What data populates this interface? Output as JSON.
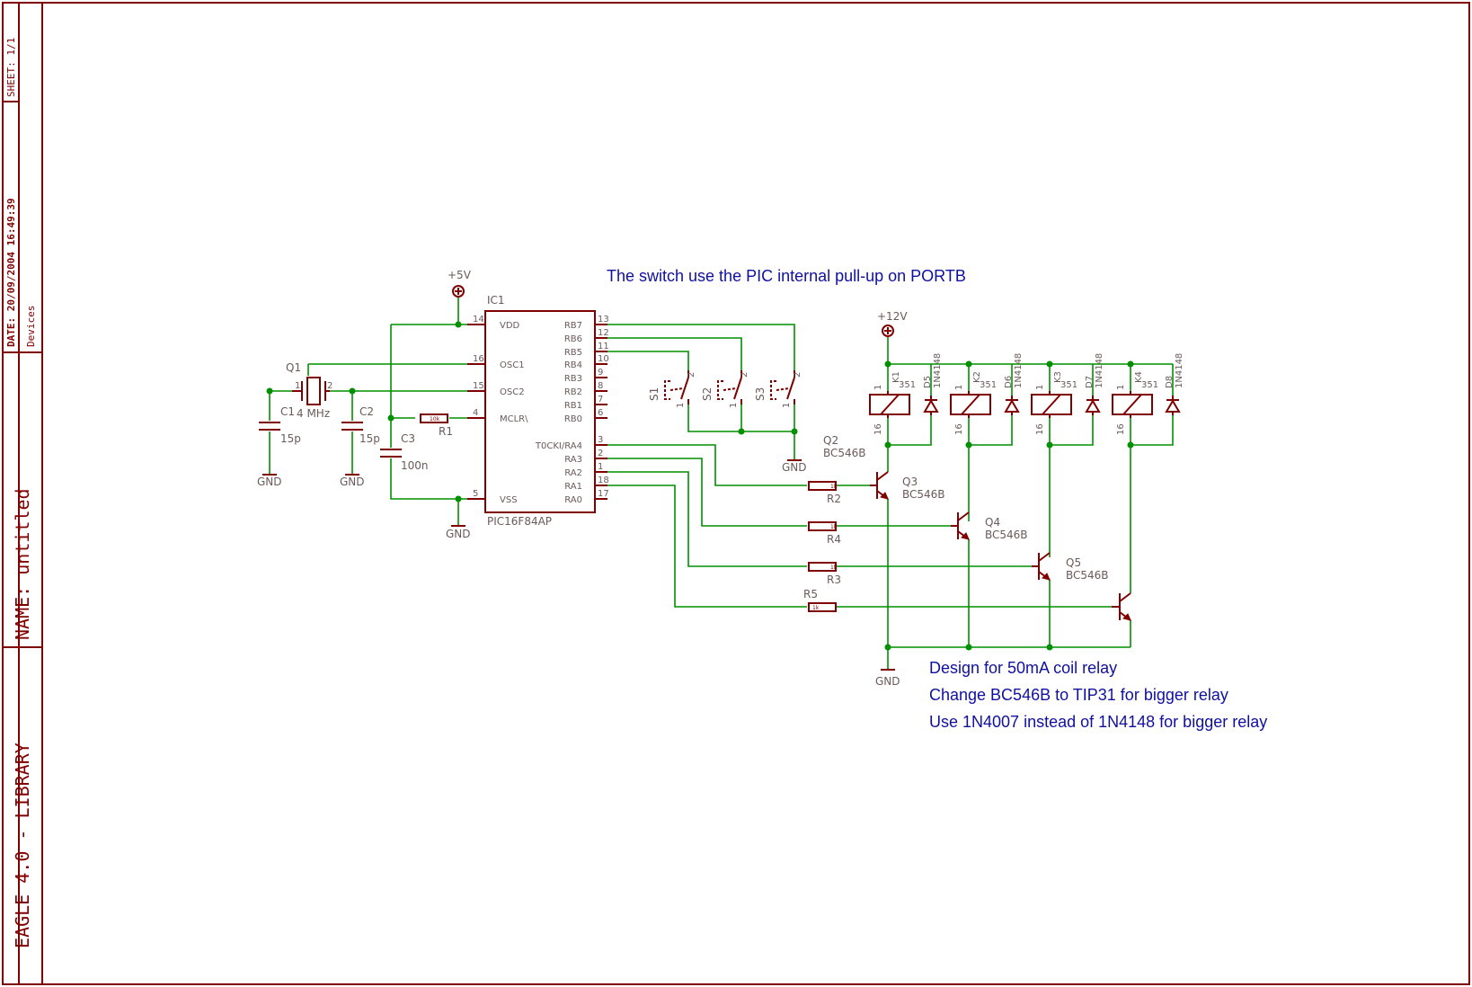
{
  "title_block": {
    "sheet": "SHEET: 1/1",
    "date": "DATE:  20/09/2004 16:49:39",
    "devices": "Devices",
    "name": "NAME: untitled",
    "library": "EAGLE 4.0 - LIBRARY"
  },
  "notes": {
    "top": "The switch use the PIC internal pull-up on PORTB",
    "line1": "Design for 50mA coil relay",
    "line2": "Change BC546B to TIP31 for bigger relay",
    "line3": "Use 1N4007 instead of 1N4148 for bigger relay"
  },
  "power": {
    "vcc5": "+5V",
    "vcc12": "+12V",
    "gnd": "GND"
  },
  "ic": {
    "ref": "IC1",
    "part": "PIC16F84AP",
    "left_pins": [
      {
        "name": "VDD",
        "num": "14"
      },
      {
        "name": "OSC1",
        "num": "16"
      },
      {
        "name": "OSC2",
        "num": "15"
      },
      {
        "name": "MCLR\\",
        "num": "4"
      },
      {
        "name": "VSS",
        "num": "5"
      }
    ],
    "right_pins": [
      {
        "name": "RB7",
        "num": "13"
      },
      {
        "name": "RB6",
        "num": "12"
      },
      {
        "name": "RB5",
        "num": "11"
      },
      {
        "name": "RB4",
        "num": "10"
      },
      {
        "name": "RB3",
        "num": "9"
      },
      {
        "name": "RB2",
        "num": "8"
      },
      {
        "name": "RB1",
        "num": "7"
      },
      {
        "name": "RB0",
        "num": "6"
      },
      {
        "name": "T0CKI/RA4",
        "num": "3"
      },
      {
        "name": "RA3",
        "num": "2"
      },
      {
        "name": "RA2",
        "num": "1"
      },
      {
        "name": "RA1",
        "num": "18"
      },
      {
        "name": "RA0",
        "num": "17"
      }
    ]
  },
  "crystal": {
    "ref": "Q1",
    "value": "4 MHz",
    "pin1": "1",
    "pin2": "2"
  },
  "capacitors": [
    {
      "ref": "C1",
      "value": "15p"
    },
    {
      "ref": "C2",
      "value": "15p"
    },
    {
      "ref": "C3",
      "value": "100n"
    }
  ],
  "resistors": [
    {
      "ref": "R1",
      "value": "10k"
    },
    {
      "ref": "R2",
      "value": "1k"
    },
    {
      "ref": "R3",
      "value": "1k"
    },
    {
      "ref": "R4",
      "value": "1k"
    },
    {
      "ref": "R5",
      "value": "1k"
    }
  ],
  "switches": [
    {
      "ref": "S1",
      "p1": "1",
      "p2": "2"
    },
    {
      "ref": "S2",
      "p1": "1",
      "p2": "2"
    },
    {
      "ref": "S3",
      "p1": "1",
      "p2": "2"
    }
  ],
  "transistors": [
    {
      "ref": "Q2",
      "value": "BC546B"
    },
    {
      "ref": "Q3",
      "value": "BC546B"
    },
    {
      "ref": "Q4",
      "value": "BC546B"
    },
    {
      "ref": "Q5",
      "value": "BC546B"
    }
  ],
  "relays": [
    {
      "ref": "K1",
      "type": "351",
      "pin_top": "1",
      "pin_bot": "16"
    },
    {
      "ref": "K2",
      "type": "351",
      "pin_top": "1",
      "pin_bot": "16"
    },
    {
      "ref": "K3",
      "type": "351",
      "pin_top": "1",
      "pin_bot": "16"
    },
    {
      "ref": "K4",
      "type": "351",
      "pin_top": "1",
      "pin_bot": "16"
    }
  ],
  "diodes": [
    {
      "ref": "D5",
      "value": "1N4148"
    },
    {
      "ref": "D6",
      "value": "1N4148"
    },
    {
      "ref": "D7",
      "value": "1N4148"
    },
    {
      "ref": "D8",
      "value": "1N4148"
    }
  ],
  "colors": {
    "frame": "#800000",
    "wire": "#009000",
    "note": "#1010a0",
    "label": "#6a5a5a"
  }
}
